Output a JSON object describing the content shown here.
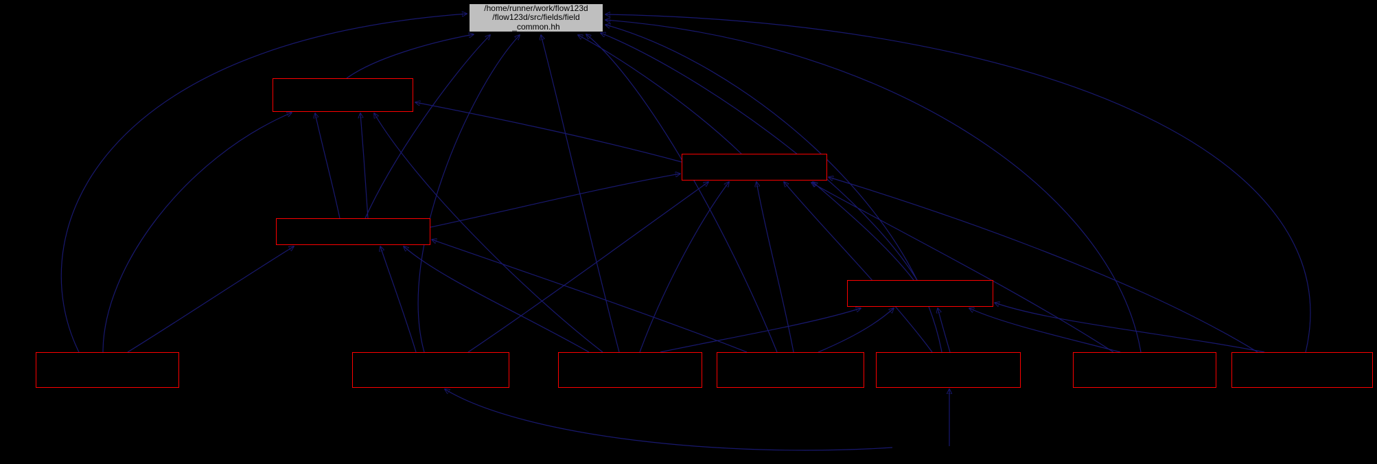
{
  "diagram": {
    "type": "dependency-graph",
    "background": "#000000",
    "edge_color": "#191970",
    "node_border_color": "#ff0000",
    "root": {
      "label": "/home/runner/work/flow123d\n/flow123d/src/fields/field\n_common.hh",
      "fill": "#bfbfbf",
      "text_color": "#000000"
    },
    "nodes": [
      {
        "id": "red-node-1",
        "label": ""
      },
      {
        "id": "red-node-2",
        "label": ""
      },
      {
        "id": "red-node-3",
        "label": ""
      },
      {
        "id": "red-node-4",
        "label": ""
      },
      {
        "id": "red-node-5",
        "label": ""
      },
      {
        "id": "red-node-6",
        "label": ""
      },
      {
        "id": "red-node-7",
        "label": ""
      },
      {
        "id": "red-node-8",
        "label": ""
      },
      {
        "id": "red-node-9",
        "label": ""
      },
      {
        "id": "red-node-10",
        "label": ""
      },
      {
        "id": "red-node-11",
        "label": ""
      }
    ]
  }
}
